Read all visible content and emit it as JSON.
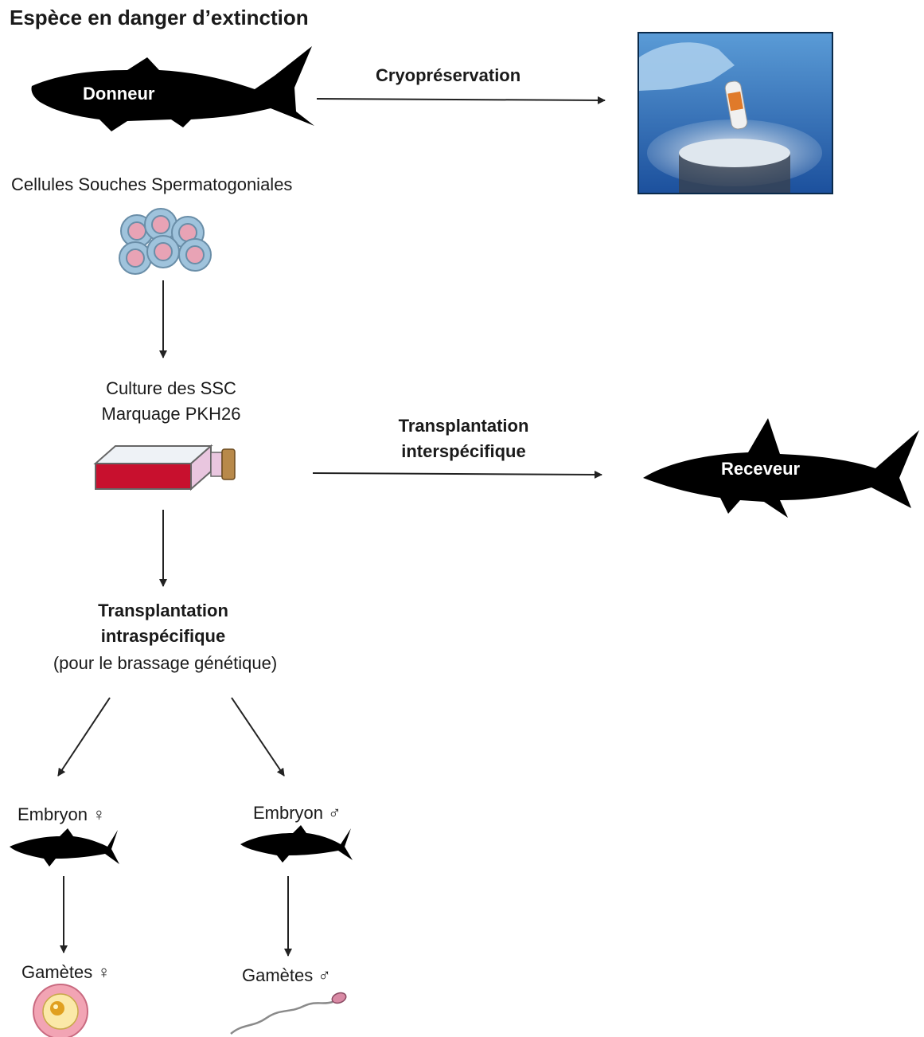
{
  "title": "Espèce en danger d’extinction",
  "donor_label": "Donneur",
  "recipient_label": "Receveur",
  "cryo_label": "Cryopréservation",
  "ssc_label": "Cellules Souches Spermatogoniales",
  "culture_line1": "Culture des SSC",
  "culture_line2": "Marquage PKH26",
  "inter_line1": "Transplantation",
  "inter_line2": "interspécifique",
  "intra_line1": "Transplantation",
  "intra_line2": "intraspécifique",
  "intra_line3": "(pour le brassage génétique)",
  "embryo_female": "Embryon ♀",
  "embryo_male": "Embryon ♂",
  "gametes_female": "Gamètes ♀",
  "gametes_male": "Gamètes ♂",
  "colors": {
    "silhouette": "#000000",
    "flask_red": "#c8102e",
    "cell_pink": "#e8a3b5",
    "cell_blue": "#9fc3dc",
    "egg_pink": "#f2a4b4",
    "egg_yellow": "#f5d54a"
  }
}
